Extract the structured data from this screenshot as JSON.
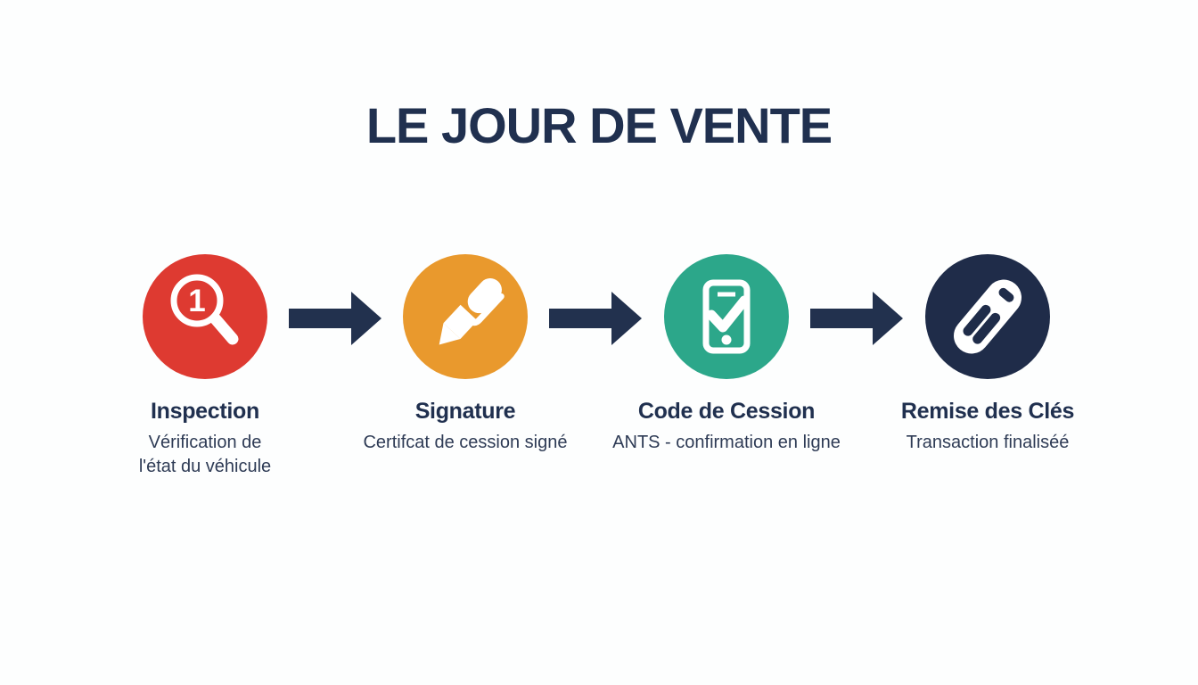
{
  "title": "LE JOUR DE VENTE",
  "colors": {
    "background": "#fdfefe",
    "title_text": "#20304f",
    "label_text": "#20304f",
    "desc_text": "#2e3b55",
    "arrow": "#22314e",
    "step_red": "#de3a31",
    "step_orange": "#e9992d",
    "step_green": "#2ca78a",
    "step_navy": "#1f2c49"
  },
  "arrow": {
    "color": "#22314e",
    "icon": "arrow-right-icon"
  },
  "steps": [
    {
      "label": "Inspection",
      "desc_lines": [
        "Vérification de",
        "l'état du véhicule"
      ],
      "color": "#de3a31",
      "icon": "magnifier-number-1-icon"
    },
    {
      "label": "Signature",
      "desc_lines": [
        "Certifcat de cession signé"
      ],
      "color": "#e9992d",
      "icon": "pen-icon"
    },
    {
      "label": "Code de Cession",
      "desc_lines": [
        "ANTS - confirmation en ligne"
      ],
      "color": "#2ca78a",
      "icon": "smartphone-check-icon"
    },
    {
      "label": "Remise des Clés",
      "desc_lines": [
        "Transaction finaliséé"
      ],
      "color": "#1f2c49",
      "icon": "car-key-fob-icon"
    }
  ]
}
